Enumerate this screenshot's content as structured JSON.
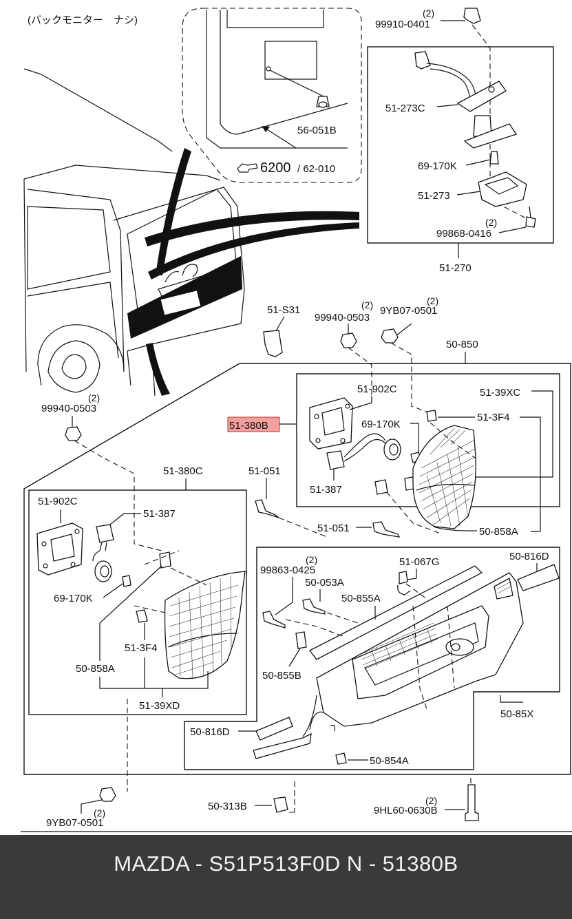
{
  "header_note": "(バックモニター　ナシ)",
  "reference": {
    "page": "6200",
    "sub": "/ 62-010"
  },
  "highlight_color": "#f2a0a0",
  "labels": {
    "p99910_0401": "99910-0401",
    "q99910_0401": "(2)",
    "p56_051B": "56-051B",
    "p51_273C": "51-273C",
    "p69_170K_top": "69-170K",
    "p51_273": "51-273",
    "p99868_0416": "99868-0416",
    "q99868_0416": "(2)",
    "p51_270": "51-270",
    "p51_S31": "51-S31",
    "p99940_0503_a": "99940-0503",
    "q99940_0503_a": "(2)",
    "p9YB07_0501_a": "9YB07-0501",
    "q9YB07_0501_a": "(2)",
    "p50_850": "50-850",
    "p51_902C_r": "51-902C",
    "p51_39XC": "51-39XC",
    "p51_380B": "51-380B",
    "p69_170K_r": "69-170K",
    "p51_3F4_r": "51-3F4",
    "p51_387_r": "51-387",
    "p99940_0503_b": "99940-0503",
    "q99940_0503_b": "(2)",
    "p51_380C": "51-380C",
    "p51_051_a": "51-051",
    "p51_051_b": "51-051",
    "p50_858A_r": "50-858A",
    "p51_902C_l": "51-902C",
    "p51_387_l": "51-387",
    "p69_170K_l": "69-170K",
    "p51_3F4_l": "51-3F4",
    "p50_858A_l": "50-858A",
    "p51_39XD": "51-39XD",
    "p99863_0425": "99863-0425",
    "q99863_0425": "(2)",
    "p50_053A": "50-053A",
    "p51_067G": "51-067G",
    "p50_816D_r": "50-816D",
    "p50_855A": "50-855A",
    "p50_855B": "50-855B",
    "p50_85X": "50-85X",
    "p50_816D_l": "50-816D",
    "p50_854A": "50-854A",
    "p50_313B": "50-313B",
    "p9HL60_0630B": "9HL60-0630B",
    "q9HL60_0630B": "(2)",
    "p9YB07_0501_b": "9YB07-0501",
    "q9YB07_0501_b": "(2)"
  },
  "footer": {
    "brand": "MAZDA",
    "part_number": "S51P513F0D",
    "code": "N - 51380B",
    "text": "MAZDA - S51P513F0D   N - 51380B"
  }
}
